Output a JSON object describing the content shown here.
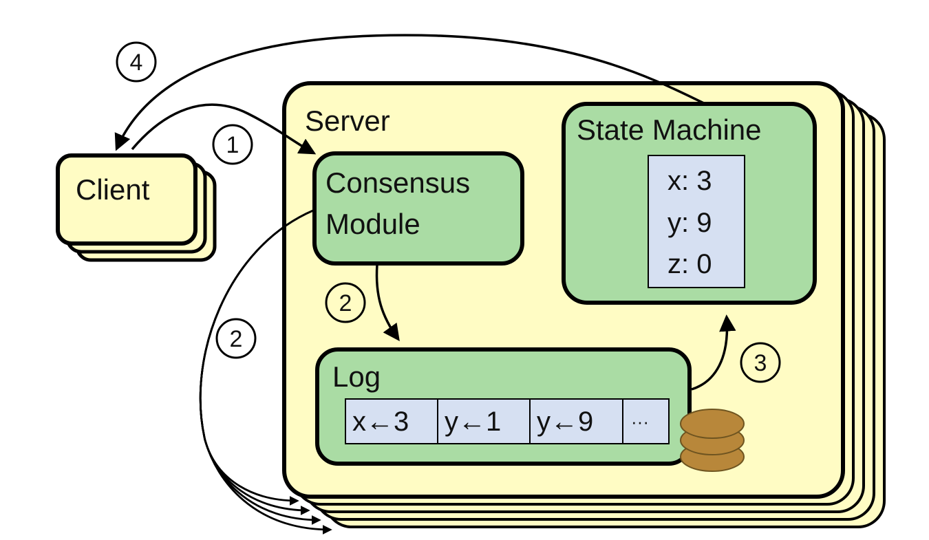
{
  "colors": {
    "server_fill": "#fffcc4",
    "module_fill": "#aadca4",
    "value_fill": "#d6e0f2",
    "disk_fill": "#b8873a",
    "stroke": "#000000"
  },
  "client": {
    "label": "Client"
  },
  "server": {
    "label": "Server"
  },
  "consensus_module": {
    "line1": "Consensus",
    "line2": "Module"
  },
  "state_machine": {
    "label": "State Machine",
    "values": [
      "x: 3",
      "y: 9",
      "z: 0"
    ]
  },
  "log": {
    "label": "Log",
    "entries": [
      "x←3",
      "y←1",
      "y←9",
      "···"
    ]
  },
  "steps": {
    "step1": "1",
    "step2_internal": "2",
    "step2_replicate": "2",
    "step3": "3",
    "step4": "4"
  },
  "icons": {
    "disk": "disk-storage-icon"
  }
}
